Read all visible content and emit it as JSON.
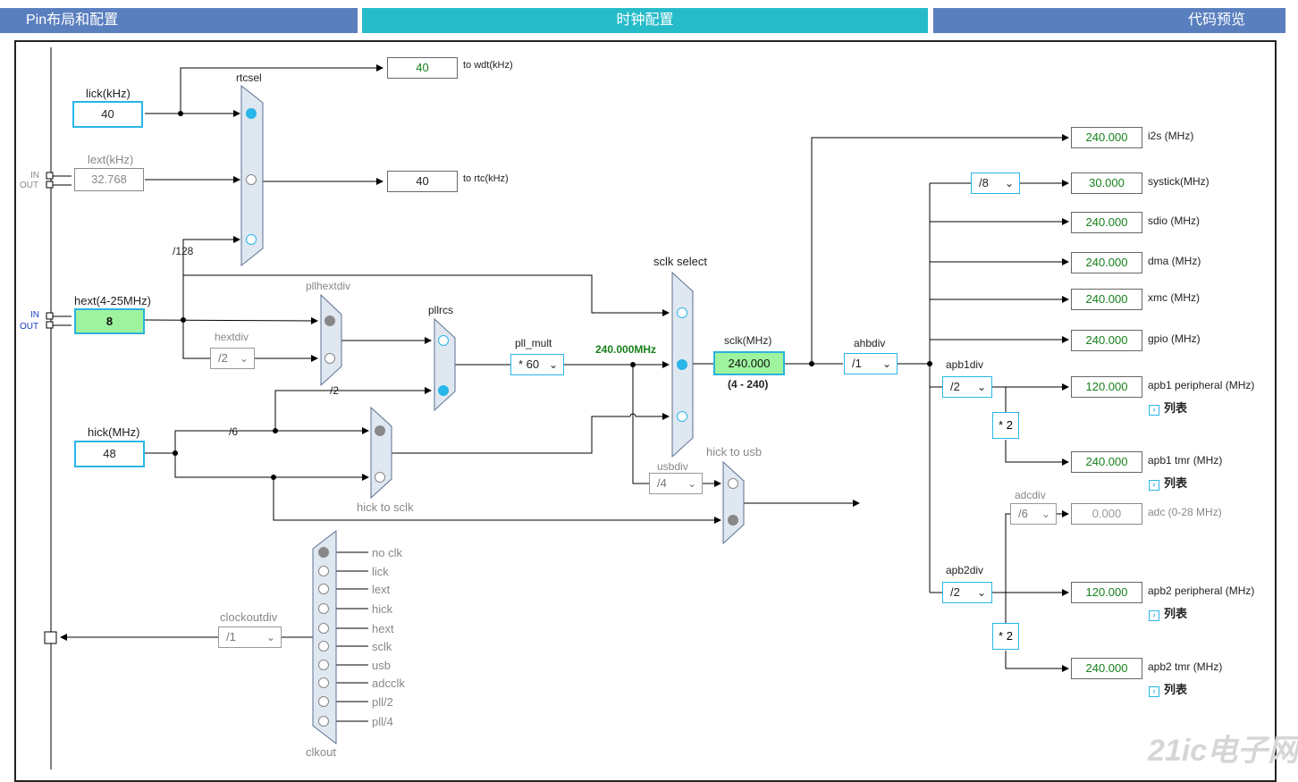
{
  "tabs": [
    "Pin布局和配置",
    "时钟配置",
    "代码预览"
  ],
  "colors": {
    "tab_blue": "#5a7fbf",
    "tab_active": "#26bbc9",
    "input_border": "#29b6e8",
    "value_green": "#16801a",
    "highlight_green": "#9ef39e",
    "mux_fill": "#dfe7f1"
  },
  "inputs": {
    "lick": {
      "label": "lick(kHz)",
      "value": "40"
    },
    "lext": {
      "label": "lext(kHz)",
      "value": "32.768"
    },
    "hext": {
      "label": "hext(4-25MHz)",
      "value": "8"
    },
    "hick": {
      "label": "hick(MHz)",
      "value": "48"
    }
  },
  "io": {
    "in": "IN",
    "out": "OUT"
  },
  "outputs": {
    "wdt": {
      "value": "40",
      "label": "to wdt(kHz)"
    },
    "rtc": {
      "value": "40",
      "label": "to rtc(kHz)"
    },
    "i2s": {
      "value": "240.000",
      "label": "i2s (MHz)"
    },
    "systick": {
      "value": "30.000",
      "label": "systick(MHz)"
    },
    "sdio": {
      "value": "240.000",
      "label": "sdio (MHz)"
    },
    "dma": {
      "value": "240.000",
      "label": "dma (MHz)"
    },
    "xmc": {
      "value": "240.000",
      "label": "xmc (MHz)"
    },
    "gpio": {
      "value": "240.000",
      "label": "gpio (MHz)"
    },
    "apb1p": {
      "value": "120.000",
      "label": "apb1 peripheral (MHz)"
    },
    "apb1t": {
      "value": "240.000",
      "label": "apb1 tmr (MHz)"
    },
    "adc": {
      "value": "0.000",
      "label": "adc (0-28 MHz)"
    },
    "apb2p": {
      "value": "120.000",
      "label": "apb2 peripheral (MHz)"
    },
    "apb2t": {
      "value": "240.000",
      "label": "apb2 tmr (MHz)"
    }
  },
  "sclk": {
    "label": "sclk(MHz)",
    "value": "240.000",
    "range": "(4 - 240)"
  },
  "labels": {
    "rtcsel": "rtcsel",
    "div128": "/128",
    "pllhextdiv": "pllhextdiv",
    "hextdiv": "hextdiv",
    "pllrcs": "pllrcs",
    "pll_mult": "pll_mult",
    "pll_out": "240.000MHz",
    "sclk_select": "sclk select",
    "div2": "/2",
    "div6": "/6",
    "hick_to_sclk": "hick to sclk",
    "hick_to_usb": "hick to usb",
    "usbdiv": "usbdiv",
    "ahbdiv": "ahbdiv",
    "apb1div": "apb1div",
    "apb2div": "apb2div",
    "adcdiv": "adcdiv",
    "clockoutdiv": "clockoutdiv",
    "clkout": "clkout",
    "mul2": "* 2",
    "list": "列表"
  },
  "selects": {
    "hextdiv": "/2",
    "pll_mult": "* 60",
    "usbdiv": "/4",
    "ahbdiv": "/1",
    "systick_div": "/8",
    "apb1div": "/2",
    "apb2div": "/2",
    "adcdiv": "/6",
    "clockoutdiv": "/1"
  },
  "clkout_options": [
    "no clk",
    "lick",
    "lext",
    "hick",
    "hext",
    "sclk",
    "usb",
    "adcclk",
    "pll/2",
    "pll/4"
  ],
  "watermark": "21ic电子网"
}
